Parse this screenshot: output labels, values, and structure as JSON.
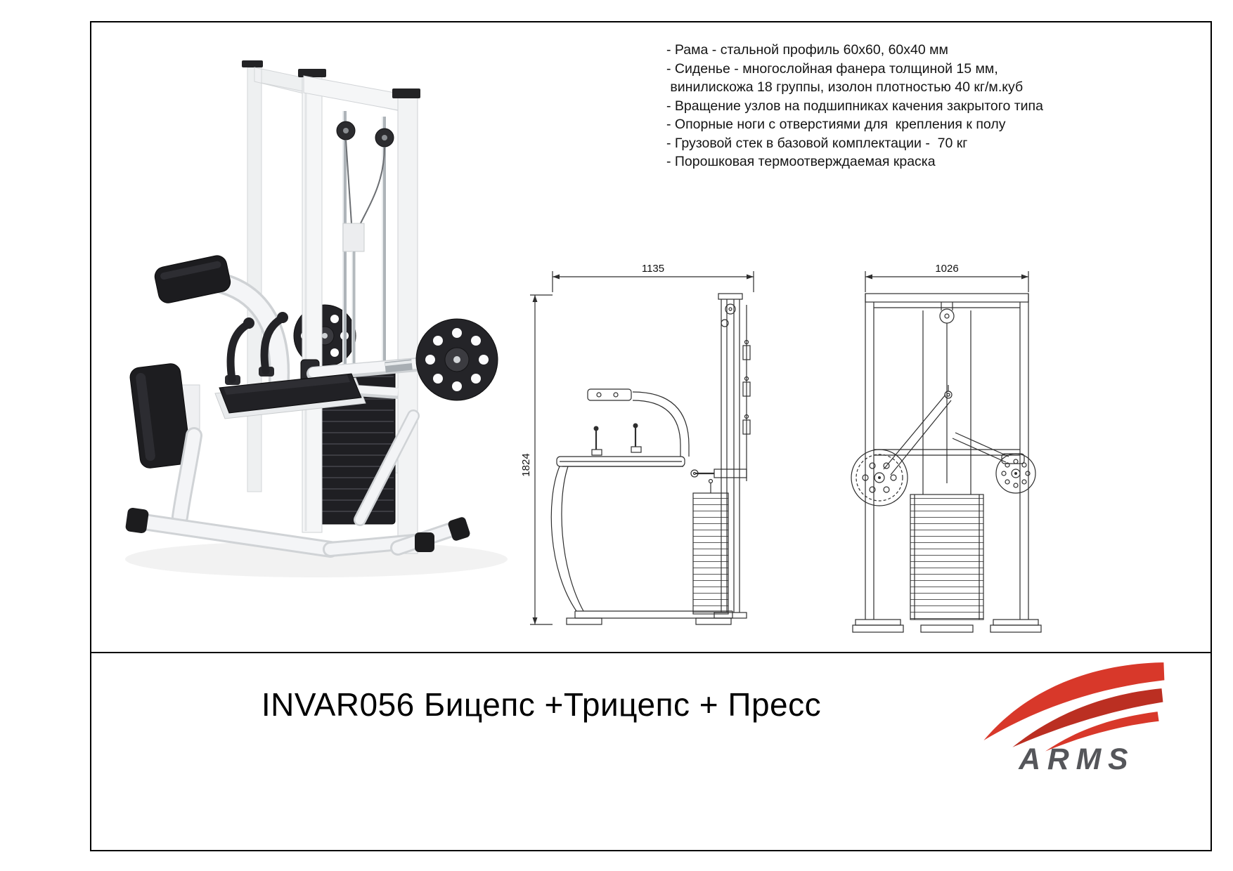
{
  "page": {
    "title": "INVAR056 Бицепс +Трицепс + Пресс"
  },
  "specs": {
    "items": [
      "- Рама - стальной профиль 60х60, 60х40 мм",
      "- Сиденье - многослойная фанера толщиной 15 мм,",
      " винилискожа 18 группы, изолон плотностью 40 кг/м.куб",
      "- Вращение узлов на подшипниках качения закрытого типа",
      "- Опорные ноги с отверстиями для  крепления к полу",
      "- Грузовой стек в базовой комплектации -  70 кг",
      "- Порошковая термоотверждаемая краска"
    ]
  },
  "drawings": {
    "side": {
      "width": "1135",
      "height": "1824"
    },
    "front": {
      "width": "1026"
    }
  },
  "logo": {
    "brand": "ARMS"
  },
  "colors": {
    "accent": "#d8382a",
    "frame_white": "#f4f5f7",
    "pad_black": "#1d1d20"
  }
}
